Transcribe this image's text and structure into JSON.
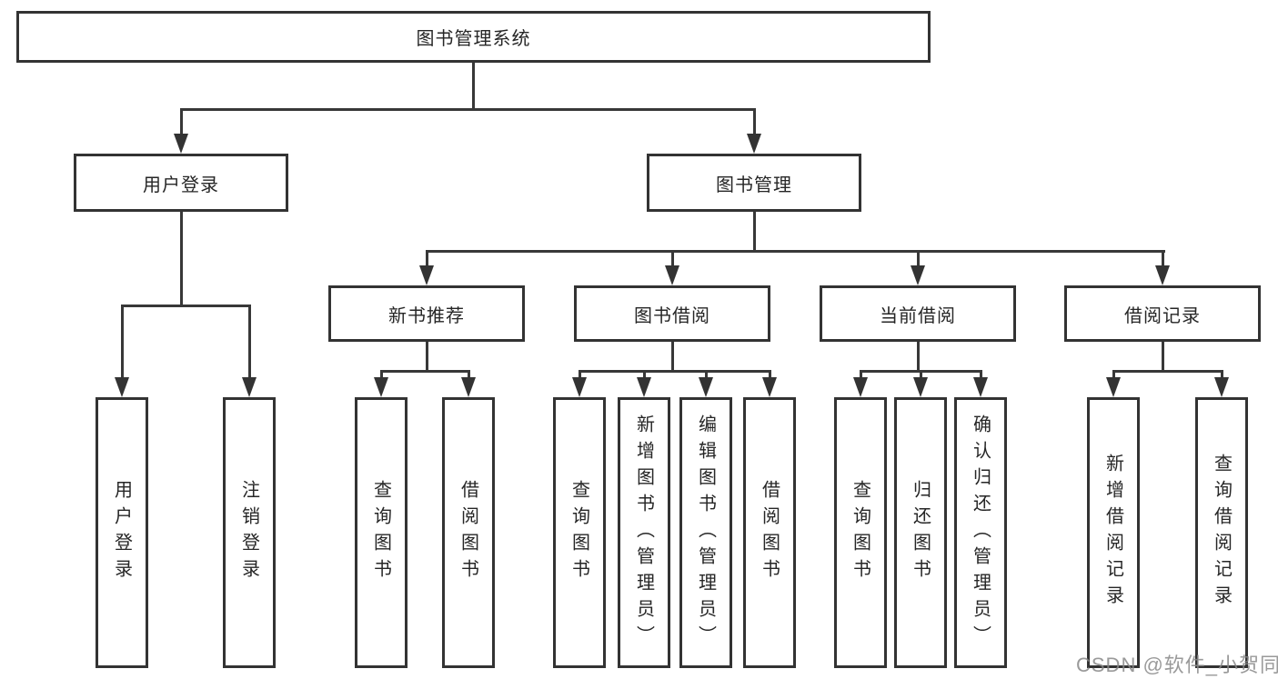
{
  "nodes": {
    "root": "图书管理系统",
    "l2": [
      "用户登录",
      "图书管理"
    ],
    "l3": [
      "新书推荐",
      "图书借阅",
      "当前借阅",
      "借阅记录"
    ],
    "leaves_user": [
      "用户登录",
      "注销登录"
    ],
    "leaves_recommend": [
      "查询图书",
      "借阅图书"
    ],
    "leaves_borrow": [
      "查询图书",
      "新增图书（管理员）",
      "编辑图书（管理员）",
      "借阅图书"
    ],
    "leaves_current": [
      "查询图书",
      "归还图书",
      "确认归还（管理员）"
    ],
    "leaves_records": [
      "新增借阅记录",
      "查询借阅记录"
    ]
  },
  "watermark": "CSDN @软件_小贺同学",
  "colors": {
    "background": "#ffffff",
    "box_border": "#333333",
    "box_fill": "#ffffff",
    "connector_line": "#383838",
    "text": "#262626",
    "watermark_text": "#888888"
  }
}
